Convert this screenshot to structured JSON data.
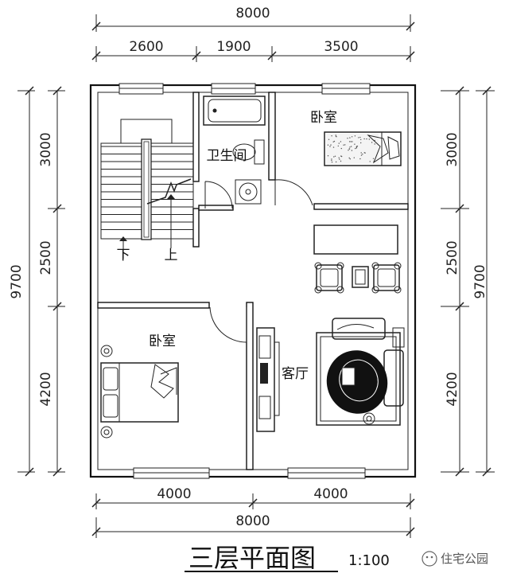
{
  "plan": {
    "title": "三层平面图",
    "scale": "1:100",
    "watermark": "住宅公园"
  },
  "dimensions": {
    "top_total": "8000",
    "top_segments": [
      "2600",
      "1900",
      "3500"
    ],
    "bottom_segments": [
      "4000",
      "4000"
    ],
    "bottom_total": "8000",
    "left_total": "9700",
    "left_segments": [
      "3000",
      "2500",
      "4200"
    ],
    "right_segments": [
      "3000",
      "2500",
      "4200"
    ],
    "right_total": "9700"
  },
  "rooms": {
    "bathroom": "卫生间",
    "bedroom_top": "卧室",
    "bedroom_bottom": "卧室",
    "living_room": "客厅"
  },
  "stairs": {
    "down_label": "下",
    "up_label": "上"
  }
}
